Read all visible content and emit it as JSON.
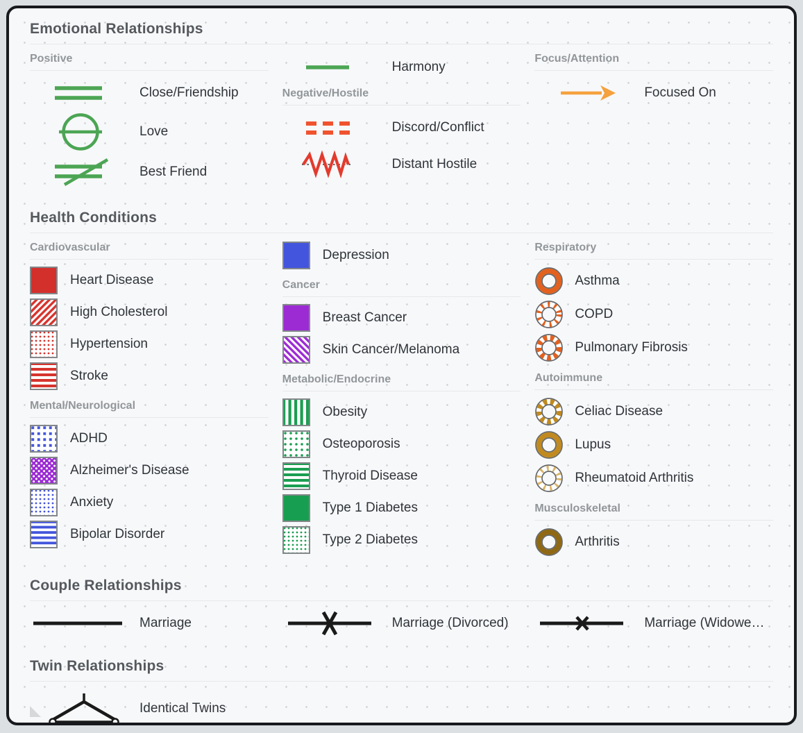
{
  "emotional": {
    "title": "Emotional Relationships",
    "columns": [
      {
        "groups": [
          {
            "heading": "Positive",
            "items": [
              {
                "label": "Close/Friendship",
                "symbol": "close-friendship-lines"
              },
              {
                "label": "Love",
                "symbol": "love-circle-line"
              },
              {
                "label": "Best Friend",
                "symbol": "best-friend-slashed-lines"
              }
            ]
          }
        ]
      },
      {
        "groups": [
          {
            "heading": "",
            "items": [
              {
                "label": "Harmony",
                "symbol": "harmony-green-line"
              }
            ]
          },
          {
            "heading": "Negative/Hostile",
            "items": [
              {
                "label": "Discord/Conflict",
                "symbol": "discord-double-dashes"
              },
              {
                "label": "Distant Hostile",
                "symbol": "distant-hostile-zigzag"
              }
            ]
          }
        ]
      },
      {
        "groups": [
          {
            "heading": "Focus/Attention",
            "items": [
              {
                "label": "Focused On",
                "symbol": "focused-on-arrow"
              }
            ]
          }
        ]
      }
    ]
  },
  "health": {
    "title": "Health Conditions",
    "columns": [
      {
        "groups": [
          {
            "heading": "Cardiovascular",
            "items": [
              {
                "label": "Heart Disease",
                "symbol": "solid-red-square"
              },
              {
                "label": "High Cholesterol",
                "symbol": "red-diagonal-stripes-square"
              },
              {
                "label": "Hypertension",
                "symbol": "red-dots-square"
              },
              {
                "label": "Stroke",
                "symbol": "red-horizontal-stripes-square"
              }
            ]
          },
          {
            "heading": "Mental/Neurological",
            "items": [
              {
                "label": "ADHD",
                "symbol": "blue-large-dots-square"
              },
              {
                "label": "Alzheimer's Disease",
                "symbol": "purple-white-dots-square"
              },
              {
                "label": "Anxiety",
                "symbol": "blue-small-dots-square"
              },
              {
                "label": "Bipolar Disorder",
                "symbol": "blue-horizontal-stripes-square"
              }
            ]
          }
        ]
      },
      {
        "groups": [
          {
            "heading": "",
            "items": [
              {
                "label": "Depression",
                "symbol": "solid-blue-square"
              }
            ]
          },
          {
            "heading": "Cancer",
            "items": [
              {
                "label": "Breast Cancer",
                "symbol": "solid-purple-square"
              },
              {
                "label": "Skin Cancer/Melanoma",
                "symbol": "purple-diagonal-stripes-square"
              }
            ]
          },
          {
            "heading": "Metabolic/Endocrine",
            "items": [
              {
                "label": "Obesity",
                "symbol": "green-vertical-stripes-square"
              },
              {
                "label": "Osteoporosis",
                "symbol": "green-large-dots-square"
              },
              {
                "label": "Thyroid Disease",
                "symbol": "green-horizontal-stripes-square"
              },
              {
                "label": "Type 1 Diabetes",
                "symbol": "solid-green-square"
              },
              {
                "label": "Type 2 Diabetes",
                "symbol": "green-small-dots-square"
              }
            ]
          }
        ]
      },
      {
        "groups": [
          {
            "heading": "Respiratory",
            "items": [
              {
                "label": "Asthma",
                "symbol": "solid-orange-ring"
              },
              {
                "label": "COPD",
                "symbol": "orange-dotted-ring"
              },
              {
                "label": "Pulmonary Fibrosis",
                "symbol": "orange-dashed-ring"
              }
            ]
          },
          {
            "heading": "Autoimmune",
            "items": [
              {
                "label": "Celiac Disease",
                "symbol": "gold-dashed-ring"
              },
              {
                "label": "Lupus",
                "symbol": "solid-gold-ring"
              },
              {
                "label": "Rheumatoid Arthritis",
                "symbol": "gold-dotted-ring"
              }
            ]
          },
          {
            "heading": "Musculoskeletal",
            "items": [
              {
                "label": "Arthritis",
                "symbol": "solid-brown-ring"
              }
            ]
          }
        ]
      }
    ]
  },
  "couple": {
    "title": "Couple Relationships",
    "items": [
      {
        "label": "Marriage",
        "symbol": "solid-black-line"
      },
      {
        "label": "Marriage (Divorced)",
        "symbol": "black-line-large-x"
      },
      {
        "label": "Marriage (Widowe…",
        "symbol": "black-line-small-x"
      }
    ]
  },
  "twin": {
    "title": "Twin Relationships",
    "items": [
      {
        "label": "Identical Twins",
        "symbol": "identical-twins-hanger"
      }
    ]
  },
  "colors": {
    "positive_green": "#4CA554",
    "conflict_orange": "#F0532F",
    "hostile_red": "#E23B2E",
    "focus_orange": "#F5A13D",
    "cardiovascular_red": "#D6342E",
    "mental_blue": "#4355DC",
    "cancer_purple": "#9C2BD4",
    "metabolic_green": "#1B9E52",
    "respiratory_orange": "#E2611F",
    "autoimmune_gold": "#C08A20",
    "musculoskeletal_brown": "#8F6814",
    "couple_black": "#1A1A1A"
  }
}
